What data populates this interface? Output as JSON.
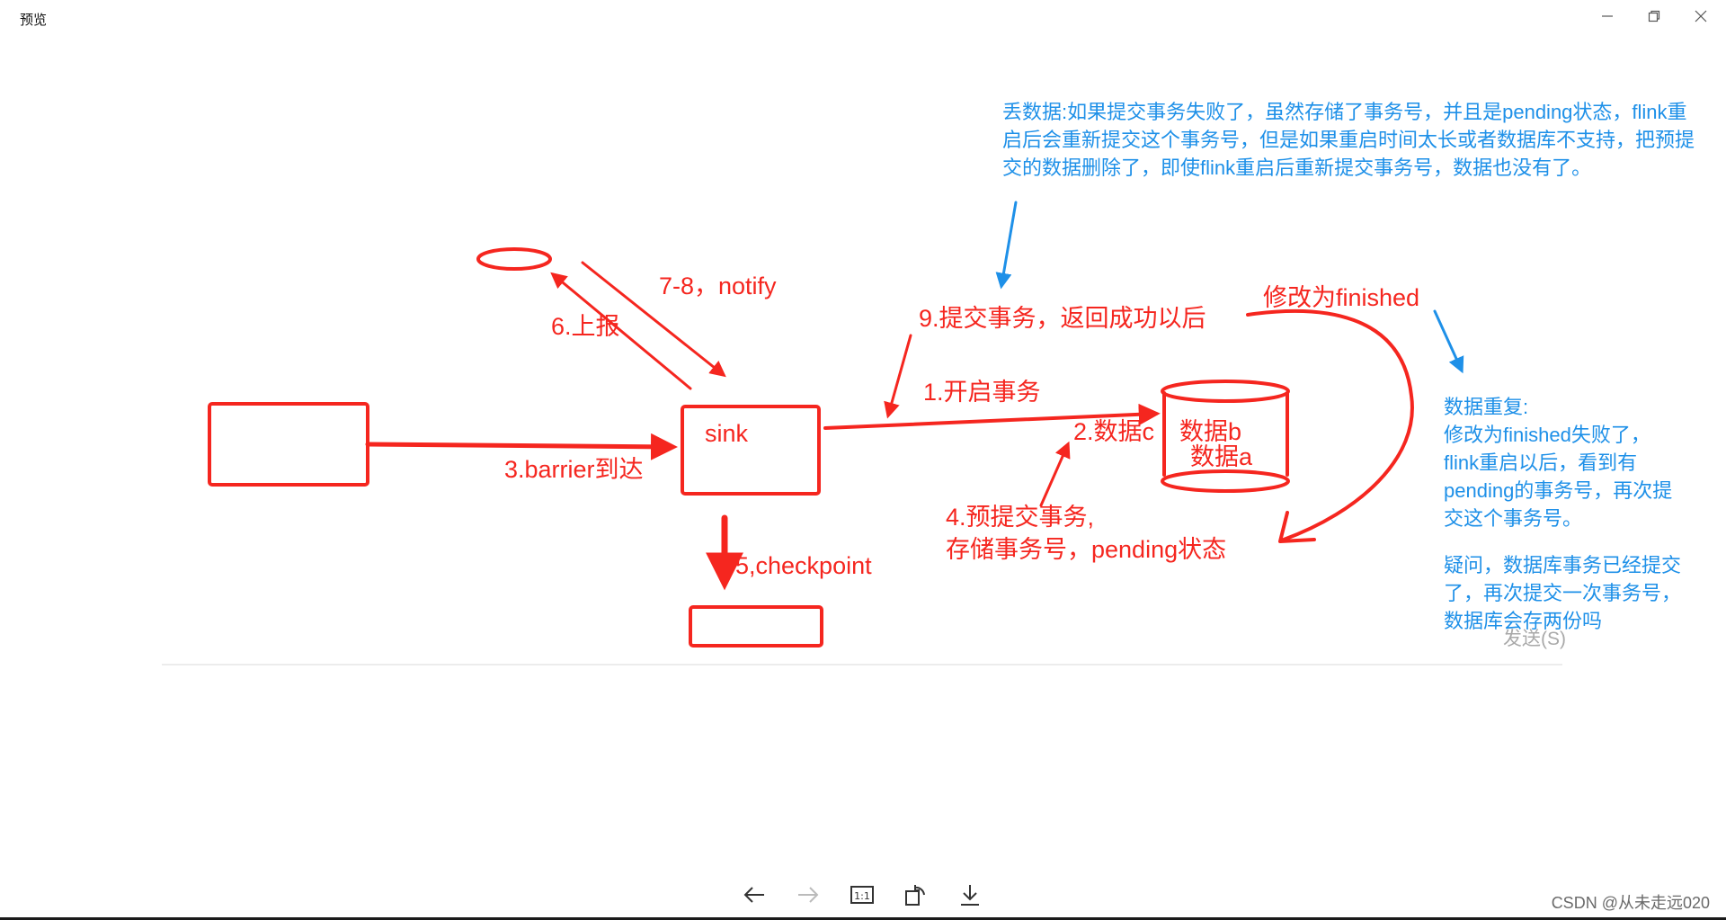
{
  "window": {
    "title": "预览"
  },
  "labels": {
    "sink": "sink",
    "notify": "7-8，notify",
    "report": "6.上报",
    "commit": "9.提交事务，返回成功以后",
    "modify": "修改为finished",
    "open_tx": "1.开启事务",
    "data_c": "2.数据c",
    "data_b": "数据b",
    "data_a": "数据a",
    "barrier": "3.barrier到达",
    "precommit_1": "4.预提交事务,",
    "precommit_2": "存储事务号，pending状态",
    "checkpoint": "5,checkpoint"
  },
  "notes": {
    "lost_data": "丢数据:如果提交事务失败了，虽然存储了事务号，并且是pending状态，flink重启后会重新提交这个事务号，但是如果重启时间太长或者数据库不支持，把预提交的数据删除了，即使flink重启后重新提交事务号，数据也没有了。",
    "duplicate": "数据重复:\n修改为finished失败了，\nflink重启以后，看到有\npending的事务号，再次提\n交这个事务号。",
    "question": "疑问，数据库事务已经提交\n了，再次提交一次事务号，\n数据库会存两份吗"
  },
  "send_button": "发送(S)",
  "toolbar": [
    "back-icon",
    "forward-icon",
    "actual-size-icon",
    "rotate-icon",
    "download-icon"
  ],
  "watermark": "CSDN @从未走远020",
  "colors": {
    "ink_red": "#f5261f",
    "note_blue": "#1e90e8"
  }
}
